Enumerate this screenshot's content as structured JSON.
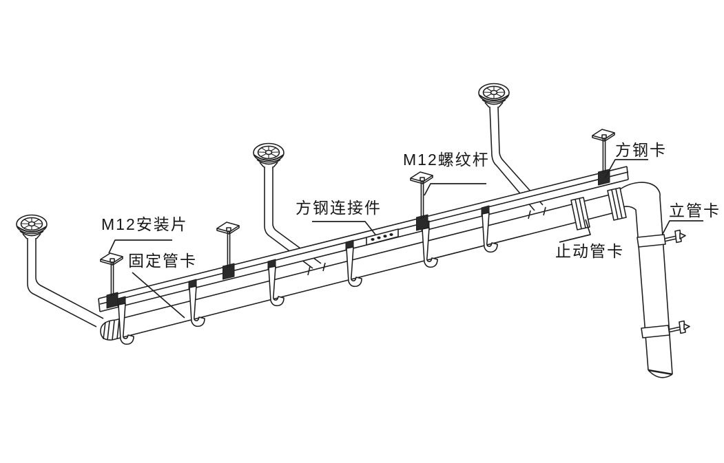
{
  "diagram": {
    "background": "#ffffff",
    "line_color": "#1f1f1f",
    "labels": {
      "m12_mounting_plate": "M12安装片",
      "fixed_pipe_clamp": "固定管卡",
      "square_steel_connector": "方钢连接件",
      "m12_threaded_rod": "M12螺纹杆",
      "square_steel_clamp": "方钢卡",
      "riser_clamp": "立管卡",
      "stop_pipe_clamp": "止动管卡"
    }
  }
}
